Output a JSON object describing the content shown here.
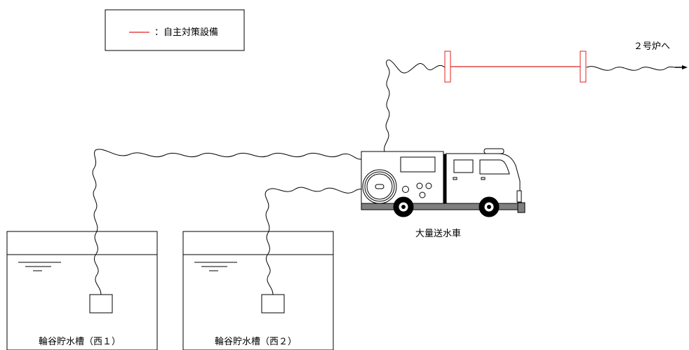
{
  "legend": {
    "label": "：自主対策設備",
    "line_color": "#e02020"
  },
  "destination_label": "２号炉へ",
  "vehicle_label": "大量送水車",
  "tanks": [
    {
      "label": "輪谷貯水槽（西１）"
    },
    {
      "label": "輪谷貯水槽（西２）"
    }
  ],
  "colors": {
    "line": "#000000",
    "self_measure": "#e02020",
    "vehicle_base": "#7f7f7f"
  }
}
